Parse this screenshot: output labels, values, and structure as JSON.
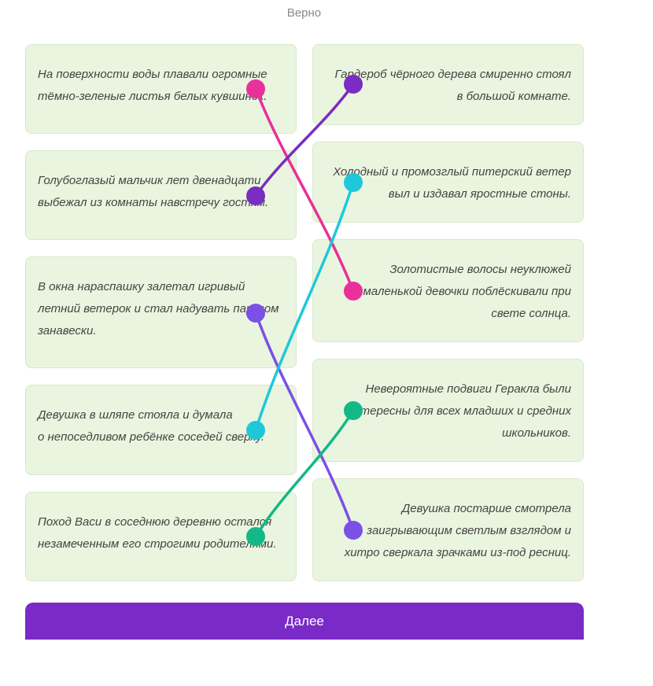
{
  "status": "Верно",
  "left_cards": [
    {
      "lines": [
        "На поверхности воды плавали огромные",
        "тёмно-зеленые листья белых кувшинок."
      ]
    },
    {
      "lines": [
        "Голубоглазый мальчик лет двенадцати",
        "выбежал из комнаты навстречу гостям."
      ]
    },
    {
      "lines": [
        "В окна нараспашку залетал игривый",
        "летний ветерок и стал надувать парусом",
        "занавески."
      ]
    },
    {
      "lines": [
        "Девушка в шляпе стояла и думала",
        "о непоседливом ребёнке соседей сверху."
      ]
    },
    {
      "lines": [
        "Поход Васи в соседнюю деревню остался",
        "незамеченным его строгими родителями."
      ]
    }
  ],
  "right_cards": [
    {
      "lines": [
        "Гардероб чёрного дерева смиренно стоял",
        "в большой комнате."
      ]
    },
    {
      "lines": [
        "Холодный и промозглый питерский ветер",
        "выл и издавал яростные стоны."
      ]
    },
    {
      "lines": [
        "Золотистые волосы неуклюжей",
        "маленькой девочки поблёскивали при",
        "свете солнца."
      ]
    },
    {
      "lines": [
        "Невероятные подвиги Геракла были",
        "интересны для всех младших и средних",
        "школьников."
      ]
    },
    {
      "lines": [
        "Девушка постарше смотрела",
        "заигрывающим светлым взглядом и",
        "хитро сверкала зрачками из-под ресниц."
      ]
    }
  ],
  "connections": [
    {
      "from": 0,
      "to": 2,
      "color": "#e8319a"
    },
    {
      "from": 1,
      "to": 0,
      "color": "#7b2cc2"
    },
    {
      "from": 2,
      "to": 4,
      "color": "#7a50e6"
    },
    {
      "from": 3,
      "to": 1,
      "color": "#1fc8d8"
    },
    {
      "from": 4,
      "to": 3,
      "color": "#12b886"
    }
  ],
  "next_button": {
    "label": "Далее"
  }
}
